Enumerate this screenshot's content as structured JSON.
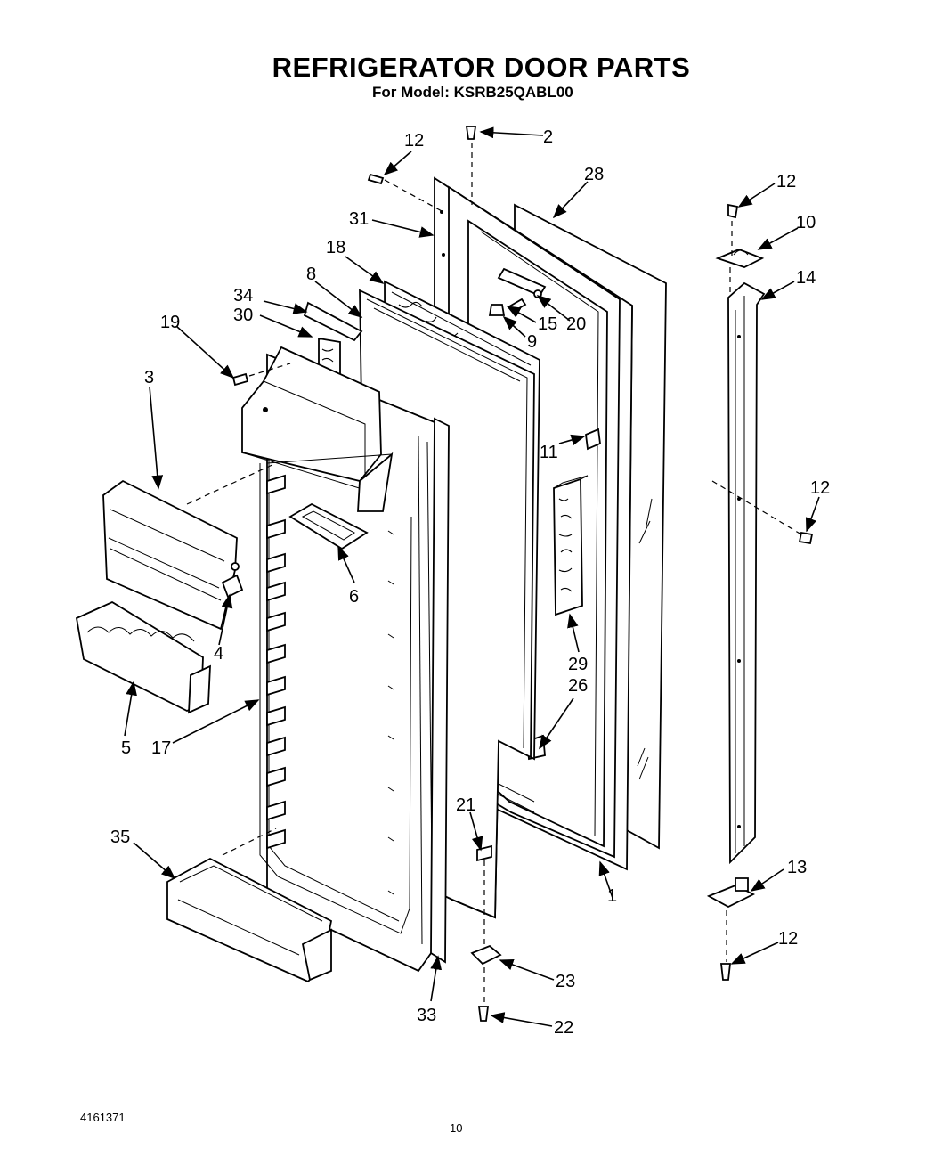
{
  "title": "REFRIGERATOR DOOR PARTS",
  "subtitle": "For Model: KSRB25QABL00",
  "footer": {
    "doc_number": "4161371",
    "page_number": "10"
  },
  "callouts": {
    "c1": "1",
    "c2": "2",
    "c3": "3",
    "c4": "4",
    "c5": "5",
    "c6": "6",
    "c8": "8",
    "c9": "9",
    "c10": "10",
    "c11": "11",
    "c12a": "12",
    "c12b": "12",
    "c12c": "12",
    "c12d": "12",
    "c13": "13",
    "c14": "14",
    "c15": "15",
    "c17": "17",
    "c18": "18",
    "c19": "19",
    "c20": "20",
    "c21": "21",
    "c22": "22",
    "c23": "23",
    "c26": "26",
    "c28": "28",
    "c29": "29",
    "c30": "30",
    "c31": "31",
    "c33": "33",
    "c34": "34",
    "c35": "35"
  }
}
